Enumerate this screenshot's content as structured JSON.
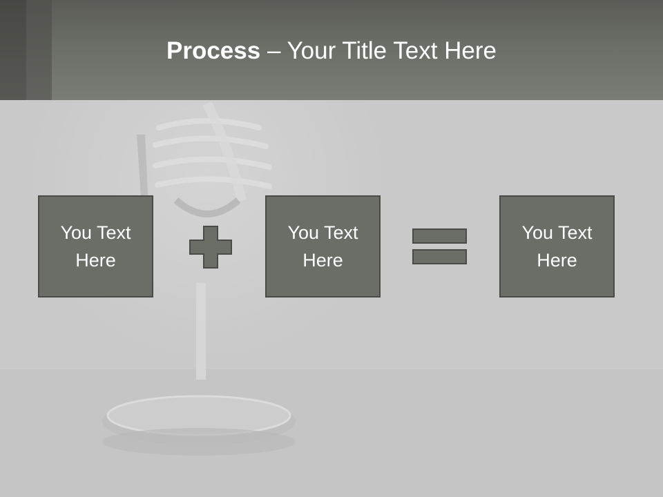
{
  "slide": {
    "title_bold": "Process",
    "title_rest": " – Your Title Text Here"
  },
  "process": {
    "boxes": [
      {
        "text": "You Text Here"
      },
      {
        "text": "You Text Here"
      },
      {
        "text": "You Text Here"
      }
    ],
    "operators": [
      "plus-icon",
      "equals-icon"
    ]
  },
  "colors": {
    "header": "#6b6d67",
    "box_fill": "#6b6d67",
    "box_border": "#4a4b47",
    "background": "#c9c9c9"
  }
}
